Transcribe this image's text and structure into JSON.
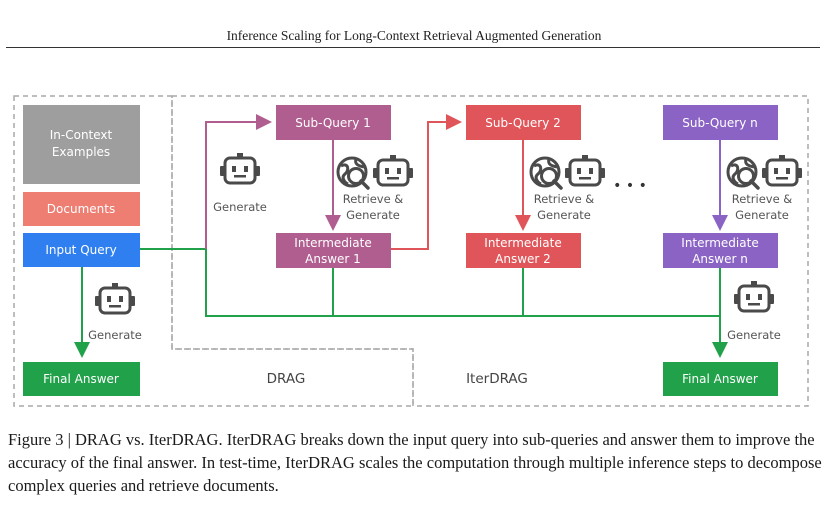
{
  "header": {
    "title": "Inference Scaling for Long-Context Retrieval Augmented Generation"
  },
  "diagram": {
    "drag": {
      "label": "DRAG",
      "in_context_line1": "In-Context",
      "in_context_line2": "Examples",
      "documents": "Documents",
      "input_query": "Input Query",
      "generate": "Generate",
      "final_answer": "Final Answer"
    },
    "iterdrag": {
      "label": "IterDRAG",
      "generate": "Generate",
      "retrieve_line1": "Retrieve &",
      "retrieve_line2": "Generate",
      "ellipsis": "• • •",
      "sub_query_1": "Sub-Query 1",
      "sub_query_2": "Sub-Query 2",
      "sub_query_n": "Sub-Query n",
      "intermediate_line1": "Intermediate",
      "answer_1": "Answer 1",
      "answer_2": "Answer 2",
      "answer_n": "Answer n",
      "final_generate": "Generate",
      "final_answer": "Final Answer"
    },
    "colors": {
      "gray": "#9e9e9e",
      "salmon": "#ee7d72",
      "blue": "#2f7ff0",
      "green": "#21a24a",
      "mauve": "#b05d8f",
      "red": "#e0555a",
      "purple": "#8a63c4",
      "icon": "#4a4a4a"
    },
    "icons": [
      "robot-icon",
      "globe-search-icon"
    ]
  },
  "caption": {
    "text": "Figure 3 | DRAG vs. IterDRAG. IterDRAG breaks down the input query into sub-queries and answer them to improve the accuracy of the final answer. In test-time, IterDRAG scales the computation through multiple inference steps to decompose complex queries and retrieve documents."
  }
}
